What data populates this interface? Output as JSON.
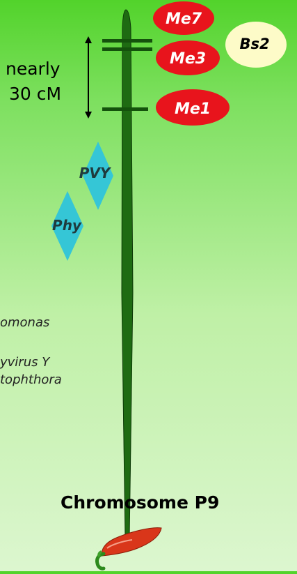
{
  "distance": {
    "line1": "nearly",
    "line2": "30 cM"
  },
  "markers": [
    {
      "label": "Me7",
      "fill": "#e8141c"
    },
    {
      "label": "Me3",
      "fill": "#e8141c"
    },
    {
      "label": "Bs2",
      "fill": "#fdfbc8"
    },
    {
      "label": "Me1",
      "fill": "#e8141c"
    }
  ],
  "qtl": [
    {
      "label": "PVY",
      "fill": "#35c6d6"
    },
    {
      "label": "Phy",
      "fill": "#35c6d6"
    }
  ],
  "legend": [
    "omonas",
    "yvirus Y",
    "tophthora"
  ],
  "title": "Chromosome P9",
  "colors": {
    "chromosome": "#1e6b12",
    "bar": "#14520c",
    "pepper": "#d9361a",
    "stem": "#2c8a1c"
  }
}
